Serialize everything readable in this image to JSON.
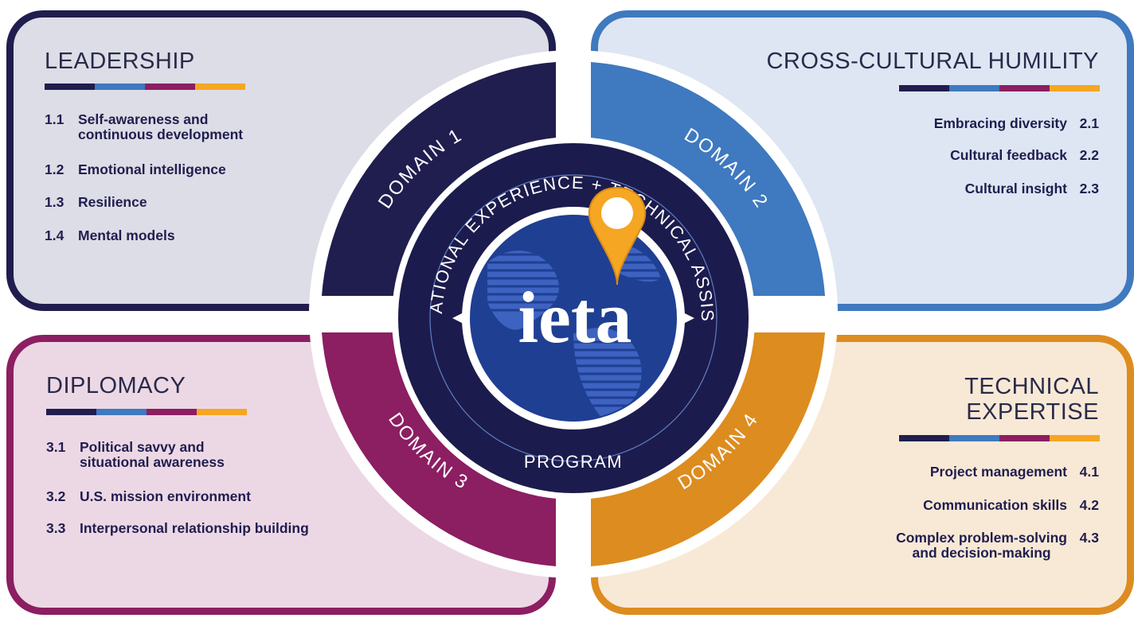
{
  "domains": [
    {
      "title": "LEADERSHIP",
      "ring_label": "DOMAIN 1",
      "color": "#201d4f",
      "items": [
        {
          "num": "1.1",
          "text_line1": "Self-awareness and",
          "text_line2": "continuous development"
        },
        {
          "num": "1.2",
          "text_line1": "Emotional intelligence",
          "text_line2": ""
        },
        {
          "num": "1.3",
          "text_line1": "Resilience",
          "text_line2": ""
        },
        {
          "num": "1.4",
          "text_line1": "Mental models",
          "text_line2": ""
        }
      ]
    },
    {
      "title": "CROSS-CULTURAL HUMILITY",
      "ring_label": "DOMAIN 2",
      "color": "#3f79bf",
      "items": [
        {
          "num": "2.1",
          "text_line1": "Embracing diversity",
          "text_line2": ""
        },
        {
          "num": "2.2",
          "text_line1": "Cultural feedback",
          "text_line2": ""
        },
        {
          "num": "2.3",
          "text_line1": "Cultural insight",
          "text_line2": ""
        }
      ]
    },
    {
      "title": "DIPLOMACY",
      "ring_label": "DOMAIN 3",
      "color": "#8c1e62",
      "items": [
        {
          "num": "3.1",
          "text_line1": "Political savvy and",
          "text_line2": "situational awareness"
        },
        {
          "num": "3.2",
          "text_line1": "U.S. mission environment",
          "text_line2": ""
        },
        {
          "num": "3.3",
          "text_line1": "Interpersonal relationship building",
          "text_line2": ""
        }
      ]
    },
    {
      "title_line1": "TECHNICAL",
      "title_line2": "EXPERTISE",
      "ring_label": "DOMAIN 4",
      "color": "#dd8c1f",
      "items": [
        {
          "num": "4.1",
          "text_line1": "Project management",
          "text_line2": ""
        },
        {
          "num": "4.2",
          "text_line1": "Communication skills",
          "text_line2": ""
        },
        {
          "num": "4.3",
          "text_line1": "Complex problem-solving",
          "text_line2": "and decision-making"
        }
      ]
    }
  ],
  "emblem": {
    "arc_text": "INTERNATIONAL EXPERIENCE + TECHNICAL ASSISTANCE",
    "bottom_text": "PROGRAM",
    "logo_text": "ieta",
    "icon": "location-pin-icon"
  },
  "accent_colors": [
    "#201d4f",
    "#3f79bf",
    "#8c1e62",
    "#f5a623"
  ]
}
